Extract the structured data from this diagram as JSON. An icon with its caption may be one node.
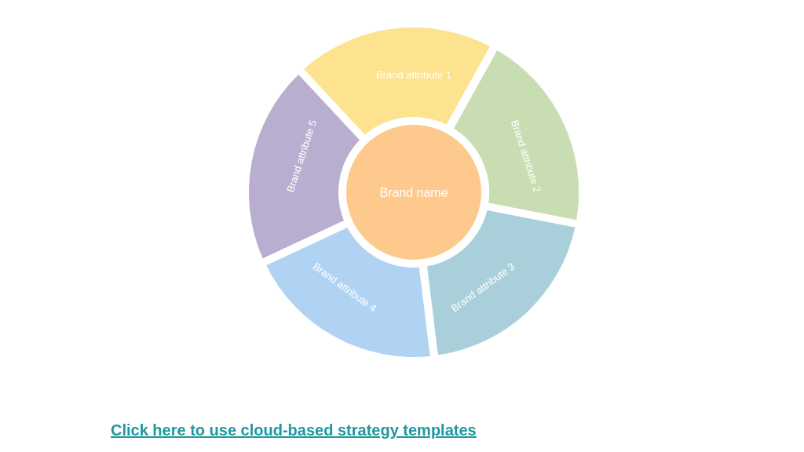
{
  "diagram": {
    "nodes": [
      {
        "text": [
          "Brand name"
        ]
      },
      {
        "text": [
          "Brand attribute 1"
        ]
      },
      {
        "text": [
          "Brand attribute 2"
        ]
      },
      {
        "text": [
          "Brand attribute 3"
        ]
      },
      {
        "text": [
          "Brand attribute 4"
        ]
      },
      {
        "text": [
          "Brand attribute 5"
        ]
      }
    ],
    "labels": [
      "Click here to use cloud-based strategy templates"
    ]
  }
}
